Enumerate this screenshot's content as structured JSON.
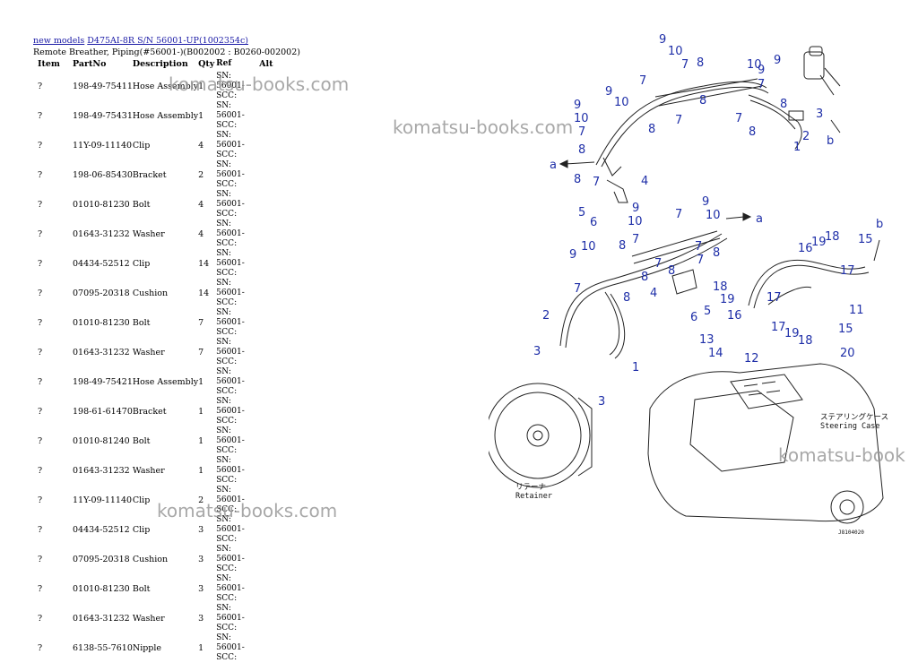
{
  "breadcrumb": {
    "link1": "new models",
    "link2": "D475AI-8R S/N 56001-UP(1002354c)"
  },
  "page_title": "Remote Breather, Piping(#56001-)(B002002 : B0260-002002)",
  "table": {
    "headers": [
      "Item",
      "PartNo",
      "Description",
      "Qty",
      "Ref",
      "Alt"
    ],
    "rows": [
      {
        "item": "?",
        "part": "198-49-75411",
        "desc": "Hose Assembly",
        "qty": "1",
        "ref": "SN: 56001-SCC:"
      },
      {
        "item": "?",
        "part": "198-49-75431",
        "desc": "Hose Assembly",
        "qty": "1",
        "ref": "SN: 56001-SCC:"
      },
      {
        "item": "?",
        "part": "11Y-09-11140",
        "desc": "Clip",
        "qty": "4",
        "ref": "SN: 56001-SCC:"
      },
      {
        "item": "?",
        "part": "198-06-85430",
        "desc": "Bracket",
        "qty": "2",
        "ref": "SN: 56001-SCC:"
      },
      {
        "item": "?",
        "part": "01010-81230",
        "desc": "Bolt",
        "qty": "4",
        "ref": "SN: 56001-SCC:"
      },
      {
        "item": "?",
        "part": "01643-31232",
        "desc": "Washer",
        "qty": "4",
        "ref": "SN: 56001-SCC:"
      },
      {
        "item": "?",
        "part": "04434-52512",
        "desc": "Clip",
        "qty": "14",
        "ref": "SN: 56001-SCC:"
      },
      {
        "item": "?",
        "part": "07095-20318",
        "desc": "Cushion",
        "qty": "14",
        "ref": "SN: 56001-SCC:"
      },
      {
        "item": "?",
        "part": "01010-81230",
        "desc": "Bolt",
        "qty": "7",
        "ref": "SN: 56001-SCC:"
      },
      {
        "item": "?",
        "part": "01643-31232",
        "desc": "Washer",
        "qty": "7",
        "ref": "SN: 56001-SCC:"
      },
      {
        "item": "?",
        "part": "198-49-75421",
        "desc": "Hose Assembly",
        "qty": "1",
        "ref": "SN: 56001-SCC:"
      },
      {
        "item": "?",
        "part": "198-61-61470",
        "desc": "Bracket",
        "qty": "1",
        "ref": "SN: 56001-SCC:"
      },
      {
        "item": "?",
        "part": "01010-81240",
        "desc": "Bolt",
        "qty": "1",
        "ref": "SN: 56001-SCC:"
      },
      {
        "item": "?",
        "part": "01643-31232",
        "desc": "Washer",
        "qty": "1",
        "ref": "SN: 56001-SCC:"
      },
      {
        "item": "?",
        "part": "11Y-09-11140",
        "desc": "Clip",
        "qty": "2",
        "ref": "SN: 56001-SCC:"
      },
      {
        "item": "?",
        "part": "04434-52512",
        "desc": "Clip",
        "qty": "3",
        "ref": "SN: 56001-SCC:"
      },
      {
        "item": "?",
        "part": "07095-20318",
        "desc": "Cushion",
        "qty": "3",
        "ref": "SN: 56001-SCC:"
      },
      {
        "item": "?",
        "part": "01010-81230",
        "desc": "Bolt",
        "qty": "3",
        "ref": "SN: 56001-SCC:"
      },
      {
        "item": "?",
        "part": "01643-31232",
        "desc": "Washer",
        "qty": "3",
        "ref": "SN: 56001-SCC:"
      },
      {
        "item": "?",
        "part": "6138-55-7610",
        "desc": "Nipple",
        "qty": "1",
        "ref": "SN: 56001-SCC:"
      }
    ]
  },
  "watermark": "komatsu-books.com",
  "watermark_partial": "komatsu-book",
  "diagram": {
    "callouts": [
      "1",
      "2",
      "3",
      "4",
      "5",
      "6",
      "7",
      "8",
      "9",
      "10",
      "11",
      "12",
      "13",
      "14",
      "15",
      "16",
      "17",
      "18",
      "19",
      "20",
      "a",
      "b"
    ],
    "label_retainer_jp": "リテーナ",
    "label_retainer": "Retainer",
    "label_steering_jp": "ステアリングケース",
    "label_steering": "Steering Case",
    "drawing_number": "J8104020",
    "label_color": "#1f2fa8",
    "link_color": "#1a1aa6"
  }
}
